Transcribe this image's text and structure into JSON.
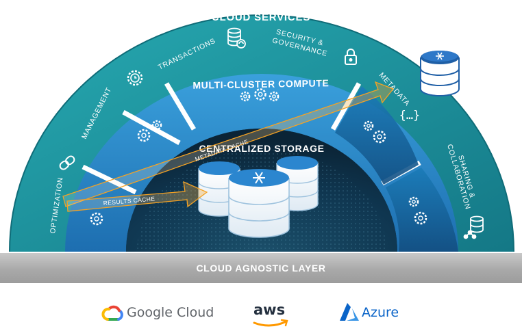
{
  "diagram": {
    "outer_ring_title": "CLOUD SERVICES",
    "outer_ring_labels": {
      "optimization": "OPTIMIZATION",
      "management": "MANAGEMENT",
      "transactions": "TRANSACTIONS",
      "security_line1": "SECURITY &",
      "security_line2": "GOVERNANCE",
      "metadata": "METADATA",
      "sharing_line1": "SHARING &",
      "sharing_line2": "COLLABORATION"
    },
    "compute_ring_title": "MULTI-CLUSTER COMPUTE",
    "storage_title": "CENTRALIZED STORAGE",
    "arrows": {
      "metadata_cache": "METADATA CACHE",
      "results_cache": "RESULTS CACHE"
    },
    "base_layer": "CLOUD AGNOSTIC LAYER"
  },
  "providers": {
    "google": "Google Cloud",
    "aws": "aws",
    "azure": "Azure"
  },
  "colors": {
    "outer_ring": "#1f9aa2",
    "outer_ring_dark": "#167f8a",
    "compute_ring": "#2c8fd0",
    "compute_ring_dark": "#1f73b8",
    "storage_core": "#0e3047",
    "arrow_fill": "#f4a224",
    "base_bar": "#b3b3b3"
  }
}
